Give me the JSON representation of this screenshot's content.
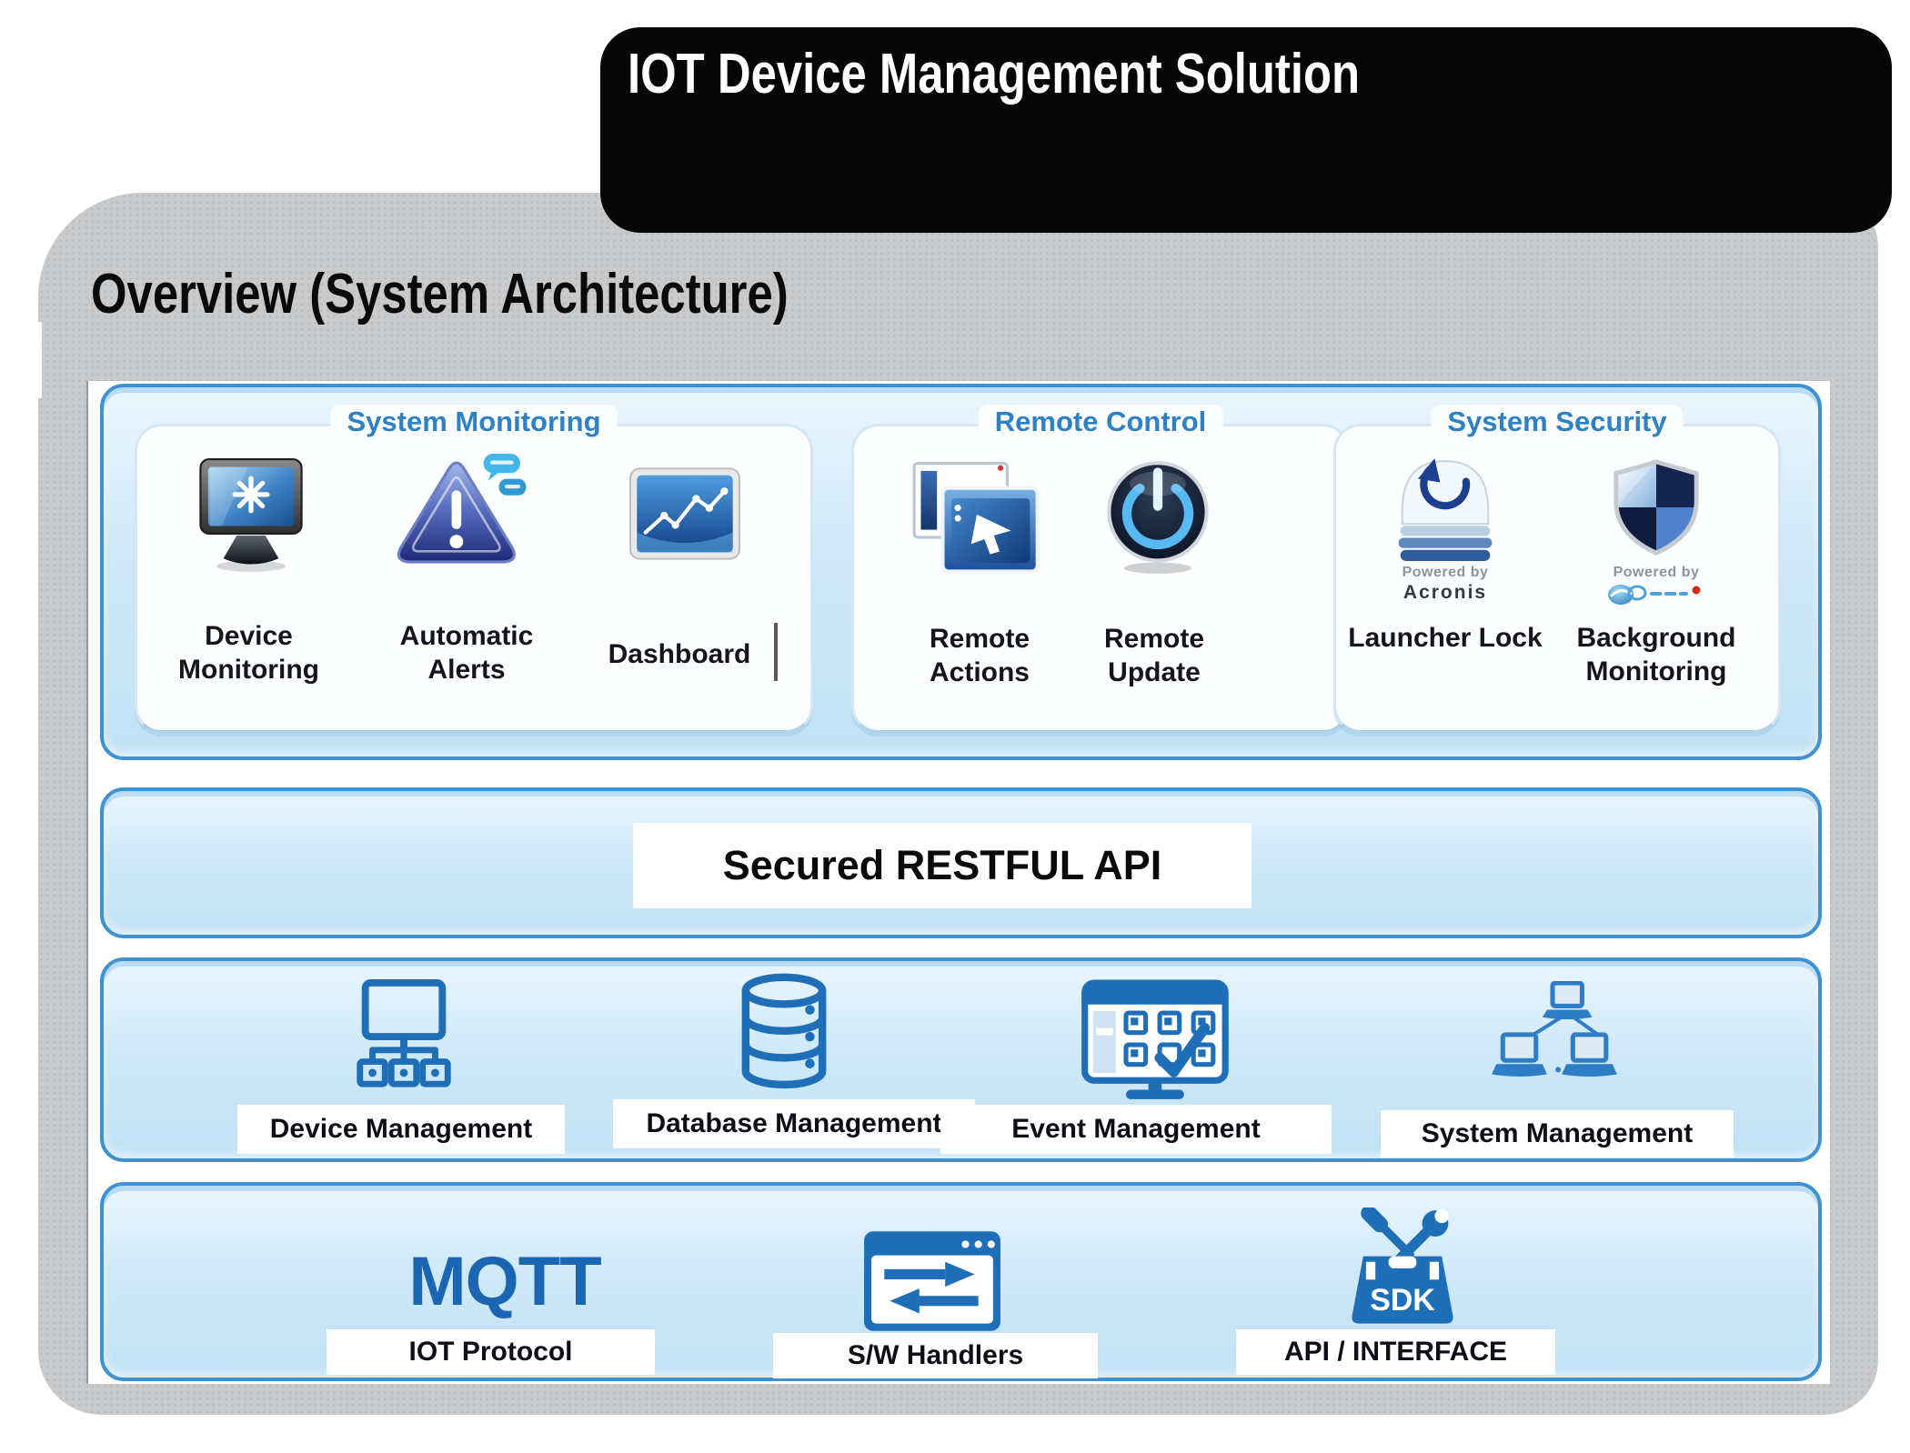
{
  "banner": {
    "title": "IOT Device Management Solution"
  },
  "slide": {
    "title": "Overview (System Architecture)"
  },
  "service_groups": {
    "monitoring": {
      "title": "System Monitoring",
      "items": {
        "device_monitoring": "Device Monitoring",
        "automatic_alerts": "Automatic Alerts",
        "dashboard": "Dashboard"
      }
    },
    "remote": {
      "title": "Remote Control",
      "items": {
        "remote_actions": "Remote Actions",
        "remote_update": "Remote Update"
      }
    },
    "security": {
      "title": "System Security",
      "items": {
        "launcher_lock": "Launcher Lock",
        "background_monitoring": "Background Monitoring"
      },
      "powered_by": "Powered by",
      "vendors": {
        "acronis": "Acronis"
      }
    }
  },
  "api_layer": {
    "label": "Secured RESTFUL API"
  },
  "management_layer": {
    "device": "Device Management",
    "database": "Database Management",
    "event": "Event Management",
    "system": "System Management"
  },
  "protocol_layer": {
    "mqtt": "MQTT",
    "sdk_text": "SDK",
    "iot_protocol": "IOT Protocol",
    "sw_handlers": "S/W Handlers",
    "api_interface": "API / INTERFACE"
  },
  "colors": {
    "accent_blue": "#3e92d2",
    "layer_fill": "#cfe9f8",
    "header_blue": "#2e81c4",
    "flat_icon_blue": "#1f6fb8",
    "banner_bg": "#060606",
    "slide_bg": "#c9cacc"
  },
  "icons": [
    "device-monitoring-icon",
    "automatic-alerts-icon",
    "dashboard-icon",
    "remote-actions-icon",
    "remote-update-icon",
    "launcher-lock-icon",
    "background-monitoring-icon",
    "security-vendor-logo",
    "device-management-icon",
    "database-management-icon",
    "event-management-icon",
    "system-management-icon",
    "sw-handlers-icon",
    "sdk-icon",
    "mqtt-logo"
  ]
}
